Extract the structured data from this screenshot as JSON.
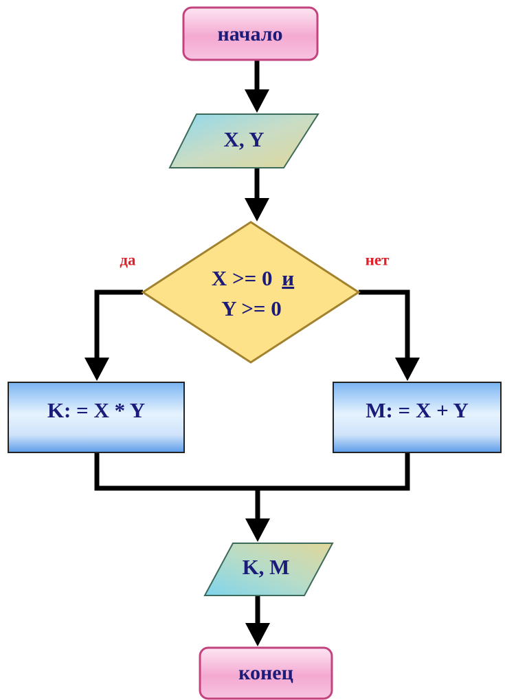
{
  "diagram": {
    "start": {
      "label": "начало"
    },
    "input": {
      "label": "X, Y"
    },
    "decision": {
      "line1": "X >= 0",
      "connective": "и",
      "line2": "Y >= 0"
    },
    "branch_yes": {
      "label": "да"
    },
    "branch_no": {
      "label": "нет"
    },
    "process_left": {
      "label": "K: = X * Y"
    },
    "process_right": {
      "label": "M: = X + Y"
    },
    "output": {
      "label": "K, M"
    },
    "end": {
      "label": "конец"
    }
  },
  "colors": {
    "terminal_top": "#f7cfe6",
    "terminal_mid": "#f09ac8",
    "terminal_border": "#c2437e",
    "io_a": "#a9dff0",
    "io_b": "#d9d6a2",
    "io_border": "#3c6a5a",
    "decision_fill": "#fde28a",
    "decision_border": "#a2822e",
    "process_top": "#56a2f0",
    "process_mid": "#d8ecfd",
    "process_border": "#222222",
    "text": "#1b1b7a",
    "branch_text": "#e0202a",
    "line": "#000000"
  }
}
